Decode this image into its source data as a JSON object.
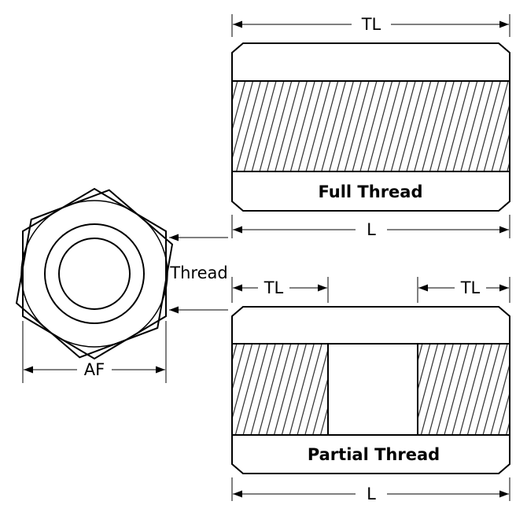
{
  "colors": {
    "line": "#000000",
    "accent_blue": "#3333cc",
    "background": "#ffffff"
  },
  "end_view": {
    "thread_label": "Thread",
    "af_label": "AF"
  },
  "full_thread_view": {
    "tl_label": "TL",
    "caption": "Full Thread",
    "l_label": "L"
  },
  "partial_thread_view": {
    "tl_left_label": "TL",
    "tl_right_label": "TL",
    "caption": "Partial Thread",
    "l_label": "L"
  }
}
